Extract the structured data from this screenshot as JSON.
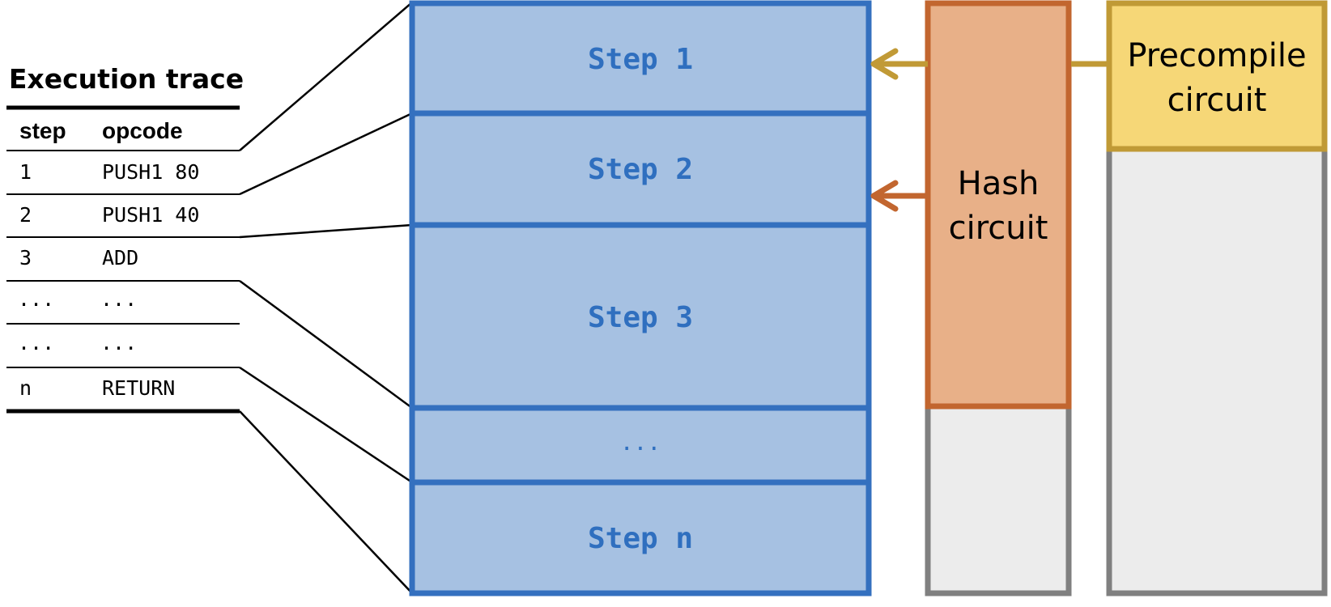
{
  "trace": {
    "title": "Execution trace",
    "headers": {
      "step": "step",
      "opcode": "opcode"
    },
    "rows": [
      {
        "step": "1",
        "opcode": "PUSH1 80"
      },
      {
        "step": "2",
        "opcode": "PUSH1 40"
      },
      {
        "step": "3",
        "opcode": "ADD"
      },
      {
        "step": "...",
        "opcode": "..."
      },
      {
        "step": "...",
        "opcode": "..."
      },
      {
        "step": "n",
        "opcode": "RETURN"
      }
    ]
  },
  "evm_circuit": {
    "steps": [
      {
        "label": "Step 1"
      },
      {
        "label": "Step 2"
      },
      {
        "label": "Step 3"
      },
      {
        "label": "..."
      },
      {
        "label": "Step n"
      }
    ]
  },
  "hash_circuit": {
    "label_line1": "Hash",
    "label_line2": "circuit"
  },
  "precompile_circuit": {
    "label_line1": "Precompile",
    "label_line2": "circuit"
  },
  "colors": {
    "step_fill": "#a6c1e2",
    "step_border": "#3470bf",
    "step_text": "#2f6fbf",
    "hash_fill": "#e8b088",
    "hash_border": "#c2662f",
    "precompile_fill": "#f6d777",
    "precompile_border": "#c09a36",
    "unused_fill": "#ececec",
    "unused_border": "#808080",
    "precompile_arrow": "#c19a36",
    "hash_arrow": "#c2662f"
  },
  "icons": {
    "precompile_arrow": "arrow-left-icon",
    "hash_arrow": "arrow-left-icon"
  }
}
